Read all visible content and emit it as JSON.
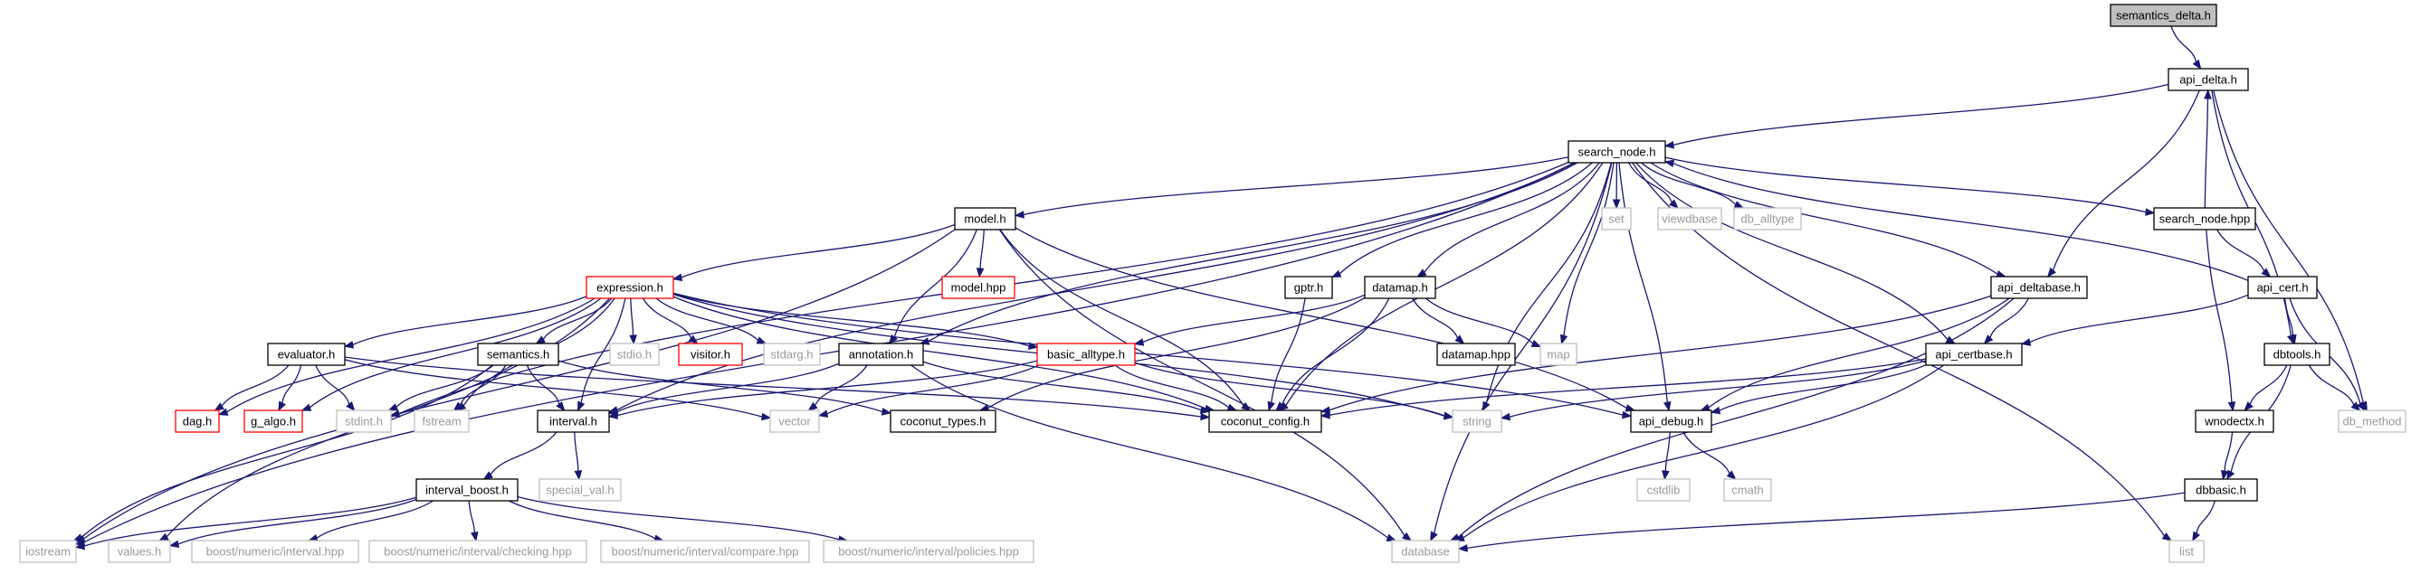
{
  "colors": {
    "edge": "#191970",
    "documented_border": "#000000",
    "documented_fill": "#ffffff",
    "undocumented_border": "#bfbfbf",
    "undocumented_text": "#9a9a9a",
    "truncated_border": "#ff0000",
    "root_fill": "#bfbfbf"
  },
  "nodes": [
    {
      "id": "semantics_delta_h",
      "label": "semantics_delta.h",
      "kind": "root"
    },
    {
      "id": "api_delta_h",
      "label": "api_delta.h",
      "kind": "doc"
    },
    {
      "id": "search_node_h",
      "label": "search_node.h",
      "kind": "doc"
    },
    {
      "id": "db_method",
      "label": "db_method",
      "kind": "ext"
    },
    {
      "id": "iostream",
      "label": "iostream",
      "kind": "ext"
    },
    {
      "id": "model_h",
      "label": "model.h",
      "kind": "doc"
    },
    {
      "id": "set",
      "label": "set",
      "kind": "ext"
    },
    {
      "id": "viewdbase",
      "label": "viewdbase",
      "kind": "ext"
    },
    {
      "id": "db_alltype",
      "label": "db_alltype",
      "kind": "ext"
    },
    {
      "id": "search_node_hpp",
      "label": "search_node.hpp",
      "kind": "doc"
    },
    {
      "id": "expression_h",
      "label": "expression.h",
      "kind": "trunc"
    },
    {
      "id": "model_hpp",
      "label": "model.hpp",
      "kind": "trunc"
    },
    {
      "id": "gptr_h",
      "label": "gptr.h",
      "kind": "doc"
    },
    {
      "id": "datamap_h",
      "label": "datamap.h",
      "kind": "doc"
    },
    {
      "id": "api_deltabase_h",
      "label": "api_deltabase.h",
      "kind": "doc"
    },
    {
      "id": "api_cert_h",
      "label": "api_cert.h",
      "kind": "doc"
    },
    {
      "id": "evaluator_h",
      "label": "evaluator.h",
      "kind": "doc"
    },
    {
      "id": "semantics_h",
      "label": "semantics.h",
      "kind": "doc"
    },
    {
      "id": "stdio_h",
      "label": "stdio.h",
      "kind": "ext"
    },
    {
      "id": "visitor_h",
      "label": "visitor.h",
      "kind": "trunc"
    },
    {
      "id": "stdarg_h",
      "label": "stdarg.h",
      "kind": "ext"
    },
    {
      "id": "annotation_h",
      "label": "annotation.h",
      "kind": "doc"
    },
    {
      "id": "basic_alltype_h",
      "label": "basic_alltype.h",
      "kind": "trunc"
    },
    {
      "id": "datamap_hpp",
      "label": "datamap.hpp",
      "kind": "doc"
    },
    {
      "id": "map",
      "label": "map",
      "kind": "ext"
    },
    {
      "id": "api_certbase_h",
      "label": "api_certbase.h",
      "kind": "doc"
    },
    {
      "id": "dbtools_h",
      "label": "dbtools.h",
      "kind": "doc"
    },
    {
      "id": "dag_h",
      "label": "dag.h",
      "kind": "trunc"
    },
    {
      "id": "g_algo_h",
      "label": "g_algo.h",
      "kind": "trunc"
    },
    {
      "id": "stdint_h",
      "label": "stdint.h",
      "kind": "ext"
    },
    {
      "id": "fstream",
      "label": "fstream",
      "kind": "ext"
    },
    {
      "id": "interval_h",
      "label": "interval.h",
      "kind": "doc"
    },
    {
      "id": "vector",
      "label": "vector",
      "kind": "ext"
    },
    {
      "id": "coconut_types_h",
      "label": "coconut_types.h",
      "kind": "doc"
    },
    {
      "id": "coconut_config_h",
      "label": "coconut_config.h",
      "kind": "doc"
    },
    {
      "id": "string",
      "label": "string",
      "kind": "ext"
    },
    {
      "id": "api_debug_h",
      "label": "api_debug.h",
      "kind": "doc"
    },
    {
      "id": "wnodectx_h",
      "label": "wnodectx.h",
      "kind": "doc"
    },
    {
      "id": "special_val_h",
      "label": "special_val.h",
      "kind": "ext"
    },
    {
      "id": "cstdlib",
      "label": "cstdlib",
      "kind": "ext"
    },
    {
      "id": "cmath",
      "label": "cmath",
      "kind": "ext"
    },
    {
      "id": "interval_boost_h",
      "label": "interval_boost.h",
      "kind": "doc"
    },
    {
      "id": "dbbasic_h",
      "label": "dbbasic.h",
      "kind": "doc"
    },
    {
      "id": "values_h",
      "label": "values.h",
      "kind": "ext"
    },
    {
      "id": "boost_interval_hpp",
      "label": "boost/numeric/interval.hpp",
      "kind": "ext"
    },
    {
      "id": "boost_checking_hpp",
      "label": "boost/numeric/interval/checking.hpp",
      "kind": "ext"
    },
    {
      "id": "boost_compare_hpp",
      "label": "boost/numeric/interval/compare.hpp",
      "kind": "ext"
    },
    {
      "id": "boost_policies_hpp",
      "label": "boost/numeric/interval/policies.hpp",
      "kind": "ext"
    },
    {
      "id": "database",
      "label": "database",
      "kind": "ext"
    },
    {
      "id": "list",
      "label": "list",
      "kind": "ext"
    }
  ],
  "edges": [
    [
      "semantics_delta_h",
      "api_delta_h"
    ],
    [
      "api_delta_h",
      "search_node_h"
    ],
    [
      "api_delta_h",
      "api_deltabase_h"
    ],
    [
      "api_delta_h",
      "dbtools_h"
    ],
    [
      "api_delta_h",
      "db_method"
    ],
    [
      "search_node_h",
      "iostream"
    ],
    [
      "search_node_h",
      "model_h"
    ],
    [
      "search_node_h",
      "set"
    ],
    [
      "search_node_h",
      "viewdbase"
    ],
    [
      "search_node_h",
      "db_alltype"
    ],
    [
      "search_node_h",
      "search_node_hpp"
    ],
    [
      "search_node_h",
      "gptr_h"
    ],
    [
      "search_node_h",
      "datamap_h"
    ],
    [
      "search_node_h",
      "api_deltabase_h"
    ],
    [
      "search_node_h",
      "annotation_h"
    ],
    [
      "search_node_h",
      "map"
    ],
    [
      "search_node_h",
      "api_certbase_h"
    ],
    [
      "search_node_h",
      "coconut_config_h"
    ],
    [
      "search_node_h",
      "string"
    ],
    [
      "search_node_h",
      "api_debug_h"
    ],
    [
      "search_node_h",
      "stdint_h"
    ],
    [
      "search_node_h",
      "interval_h"
    ],
    [
      "search_node_h",
      "database"
    ],
    [
      "search_node_h",
      "list"
    ],
    [
      "search_node_hpp",
      "api_delta_h"
    ],
    [
      "search_node_hpp",
      "api_cert_h"
    ],
    [
      "search_node_hpp",
      "wnodectx_h"
    ],
    [
      "api_cert_h",
      "search_node_h"
    ],
    [
      "api_cert_h",
      "api_certbase_h"
    ],
    [
      "api_cert_h",
      "dbtools_h"
    ],
    [
      "api_cert_h",
      "db_method"
    ],
    [
      "model_h",
      "iostream"
    ],
    [
      "model_h",
      "expression_h"
    ],
    [
      "model_h",
      "model_hpp"
    ],
    [
      "model_h",
      "annotation_h"
    ],
    [
      "model_h",
      "coconut_config_h"
    ],
    [
      "model_h",
      "api_debug_h"
    ],
    [
      "model_h",
      "database"
    ],
    [
      "expression_h",
      "evaluator_h"
    ],
    [
      "expression_h",
      "semantics_h"
    ],
    [
      "expression_h",
      "stdio_h"
    ],
    [
      "expression_h",
      "visitor_h"
    ],
    [
      "expression_h",
      "stdarg_h"
    ],
    [
      "expression_h",
      "basic_alltype_h"
    ],
    [
      "expression_h",
      "dag_h"
    ],
    [
      "expression_h",
      "g_algo_h"
    ],
    [
      "expression_h",
      "fstream"
    ],
    [
      "expression_h",
      "interval_h"
    ],
    [
      "expression_h",
      "coconut_config_h"
    ],
    [
      "expression_h",
      "string"
    ],
    [
      "expression_h",
      "api_debug_h"
    ],
    [
      "expression_h",
      "values_h"
    ],
    [
      "evaluator_h",
      "dag_h"
    ],
    [
      "evaluator_h",
      "g_algo_h"
    ],
    [
      "evaluator_h",
      "stdint_h"
    ],
    [
      "evaluator_h",
      "vector"
    ],
    [
      "evaluator_h",
      "coconut_config_h"
    ],
    [
      "semantics_h",
      "stdint_h"
    ],
    [
      "semantics_h",
      "fstream"
    ],
    [
      "semantics_h",
      "interval_h"
    ],
    [
      "semantics_h",
      "coconut_types_h"
    ],
    [
      "semantics_h",
      "iostream"
    ],
    [
      "annotation_h",
      "interval_h"
    ],
    [
      "annotation_h",
      "vector"
    ],
    [
      "annotation_h",
      "coconut_config_h"
    ],
    [
      "annotation_h",
      "database"
    ],
    [
      "basic_alltype_h",
      "interval_h"
    ],
    [
      "basic_alltype_h",
      "vector"
    ],
    [
      "basic_alltype_h",
      "coconut_config_h"
    ],
    [
      "basic_alltype_h",
      "string"
    ],
    [
      "gptr_h",
      "coconut_config_h"
    ],
    [
      "datamap_h",
      "basic_alltype_h"
    ],
    [
      "datamap_h",
      "datamap_hpp"
    ],
    [
      "datamap_h",
      "map"
    ],
    [
      "datamap_h",
      "coconut_config_h"
    ],
    [
      "datamap_h",
      "coconut_types_h"
    ],
    [
      "api_deltabase_h",
      "api_certbase_h"
    ],
    [
      "api_deltabase_h",
      "api_debug_h"
    ],
    [
      "api_deltabase_h",
      "coconut_config_h"
    ],
    [
      "api_deltabase_h",
      "database"
    ],
    [
      "api_certbase_h",
      "string"
    ],
    [
      "api_certbase_h",
      "api_debug_h"
    ],
    [
      "api_certbase_h",
      "coconut_config_h"
    ],
    [
      "api_certbase_h",
      "database"
    ],
    [
      "dbtools_h",
      "wnodectx_h"
    ],
    [
      "dbtools_h",
      "db_method"
    ],
    [
      "dbtools_h",
      "dbbasic_h"
    ],
    [
      "wnodectx_h",
      "dbbasic_h"
    ],
    [
      "dbbasic_h",
      "database"
    ],
    [
      "dbbasic_h",
      "list"
    ],
    [
      "interval_h",
      "interval_boost_h"
    ],
    [
      "interval_h",
      "special_val_h"
    ],
    [
      "interval_boost_h",
      "iostream"
    ],
    [
      "interval_boost_h",
      "values_h"
    ],
    [
      "interval_boost_h",
      "boost_interval_hpp"
    ],
    [
      "interval_boost_h",
      "boost_checking_hpp"
    ],
    [
      "interval_boost_h",
      "boost_compare_hpp"
    ],
    [
      "interval_boost_h",
      "boost_policies_hpp"
    ],
    [
      "api_debug_h",
      "cstdlib"
    ],
    [
      "api_debug_h",
      "cmath"
    ]
  ]
}
